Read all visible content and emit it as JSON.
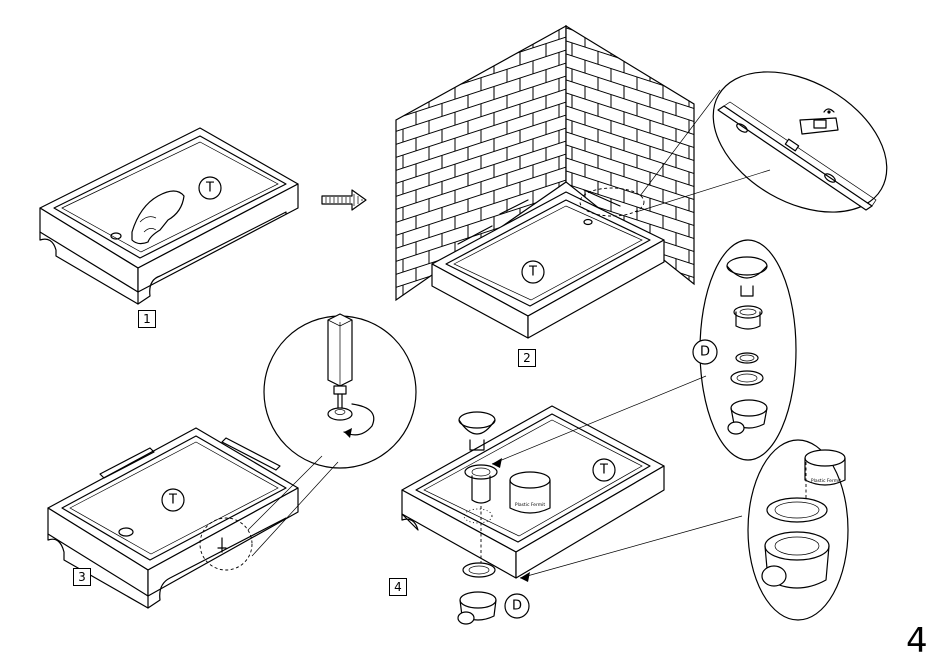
{
  "steps": [
    {
      "number": "1",
      "label": "T"
    },
    {
      "number": "2",
      "label": "T"
    },
    {
      "number": "3",
      "label": "T"
    },
    {
      "number": "4",
      "label": "T",
      "drain_label": "D"
    }
  ],
  "detail_drain_label": "D",
  "product_label": "Plastic Fermit",
  "page_number": "4"
}
